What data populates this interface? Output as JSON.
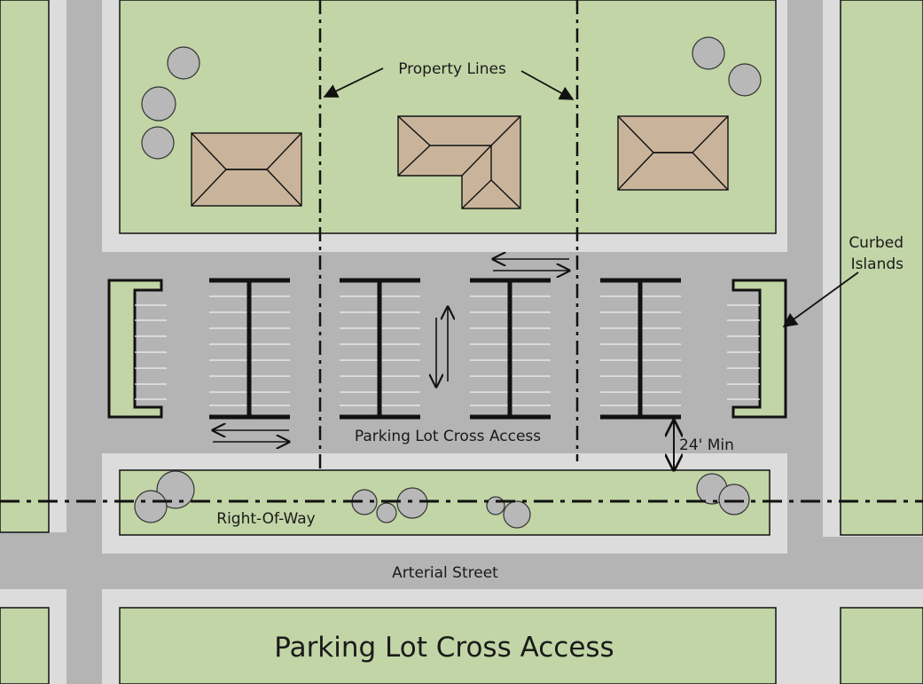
{
  "labels": {
    "property_lines": "Property Lines",
    "curbed_islands_line1": "Curbed",
    "curbed_islands_line2": "Islands",
    "cross_access": "Parking Lot Cross Access",
    "min_width": "24' Min",
    "right_of_way": "Right-Of-Way",
    "arterial_street": "Arterial Street",
    "title": "Parking Lot Cross Access"
  },
  "colors": {
    "grass": "#c2d5a6",
    "sidewalk": "#dcdcdc",
    "pavement": "#b4b4b4",
    "roof": "#c9b49b",
    "line": "#111111",
    "stall_line": "#f0f0f0",
    "tree": "#b8b8b8"
  },
  "icons": {
    "house": "hip-roof-house-icon",
    "tree": "tree-canopy-icon",
    "arrow": "two-way-arrow-icon"
  }
}
